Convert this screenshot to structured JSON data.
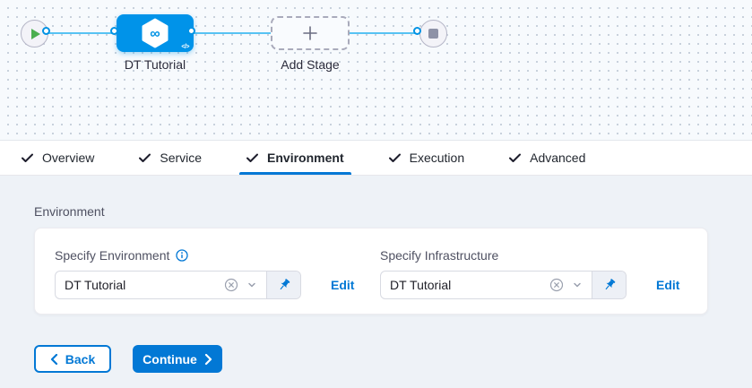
{
  "pipeline_canvas": {
    "stage_node": {
      "label": "DT Tutorial",
      "type_icon": "cd-hexagon-infinity",
      "code_badge": "</>"
    },
    "add_stage": {
      "label": "Add Stage"
    },
    "start_node": "pipeline-start",
    "end_node": "pipeline-end"
  },
  "tabs": [
    {
      "label": "Overview",
      "checked": true
    },
    {
      "label": "Service",
      "checked": true
    },
    {
      "label": "Environment",
      "checked": true,
      "active": true
    },
    {
      "label": "Execution",
      "checked": true
    },
    {
      "label": "Advanced",
      "checked": true
    }
  ],
  "environment_section": {
    "heading": "Environment",
    "fields": [
      {
        "label": "Specify Environment",
        "has_info_icon": true,
        "value": "DT Tutorial",
        "edit_label": "Edit"
      },
      {
        "label": "Specify Infrastructure",
        "has_info_icon": false,
        "value": "DT Tutorial",
        "edit_label": "Edit"
      }
    ]
  },
  "footer": {
    "back_label": "Back",
    "continue_label": "Continue"
  },
  "colors": {
    "primary_blue": "#0278d5",
    "node_blue": "#0093e9",
    "connector_blue": "#57c3f3",
    "play_green": "#4caf50",
    "stop_gray": "#8e92a7",
    "content_bg": "#eef2f7",
    "canvas_bg": "#f7fafd"
  }
}
